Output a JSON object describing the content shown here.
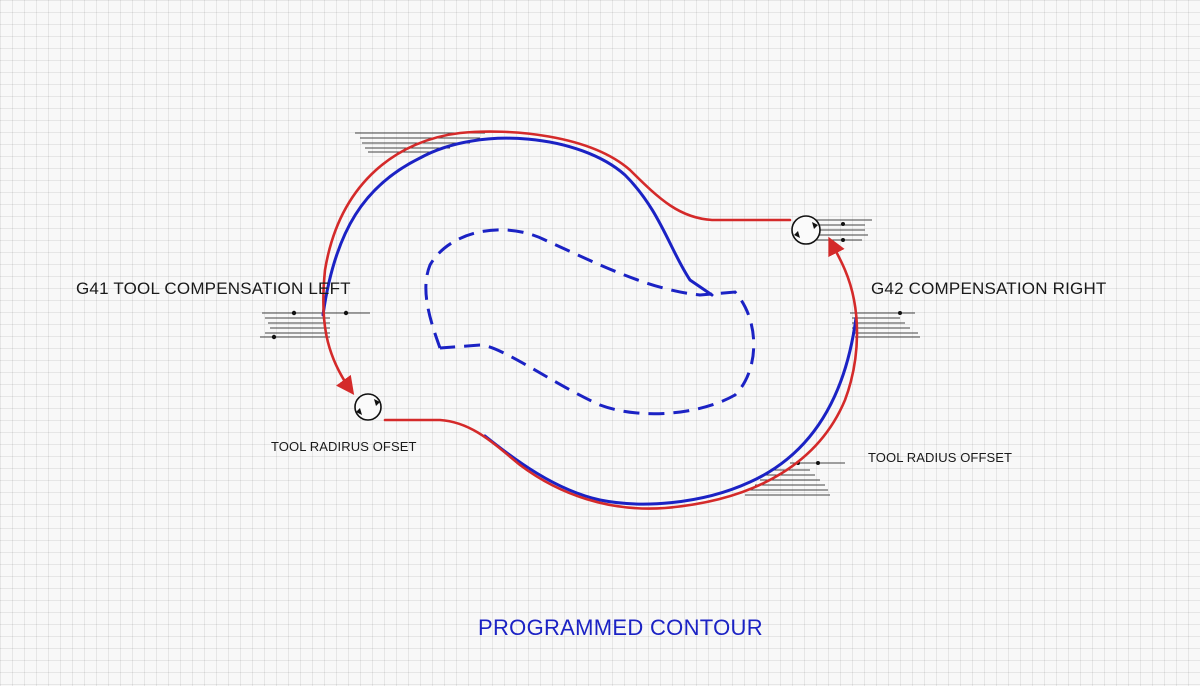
{
  "labels": {
    "g41": "G41 TOOL COMPENSATION LEFT",
    "g42": "G42 COMPENSATION RIGHT",
    "offset_left": "TOOL RADIRUS OFSET",
    "offset_right": "TOOL RADIUS OFFSET",
    "contour": "PROGRAMMED CONTOUR"
  },
  "colors": {
    "tool_path": "#d42a2a",
    "programmed_contour": "#1b22c4",
    "text": "#1a1a1a",
    "contour_label": "#1b22c4"
  }
}
